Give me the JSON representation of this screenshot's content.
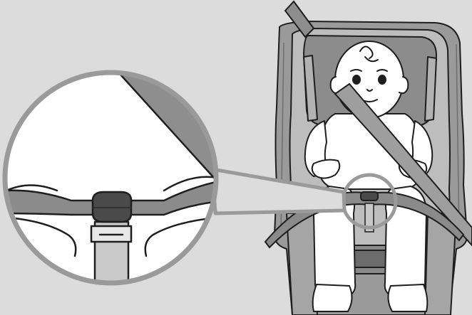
{
  "figure": {
    "kind": "instruction-illustration",
    "subject": "child-in-car-seat-with-lap-belt",
    "detail": "magnified-belt-guide-buckle",
    "colors": {
      "background": "#dcdcdc",
      "outline": "#1e1e1e",
      "seat_dark": "#8c8c8c",
      "seat_mid": "#a9a9a9",
      "seat_light": "#c6c6c6",
      "child_fill": "#ffffff",
      "magnifier_ring": "#9a9a9a",
      "belt": "#9e9e9e",
      "buckle": "#4a4a4a"
    }
  }
}
